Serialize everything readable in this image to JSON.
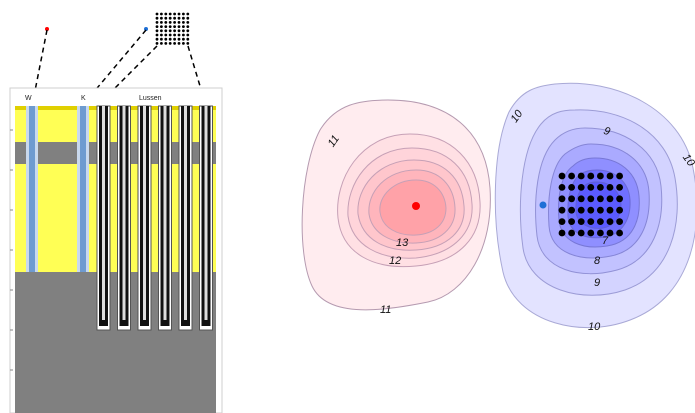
{
  "schematic": {
    "labels": {
      "w": "W",
      "k": "K",
      "loops": "Lussen"
    },
    "colors": {
      "soil_yellow": "#ffff55",
      "soil_grey": "#808080",
      "well_blue": "#7aa6d6",
      "loop_black": "#111111",
      "frame": "#cfcfcf"
    },
    "loop_count": 6,
    "grid_icon": {
      "rows": 8,
      "cols": 8
    }
  },
  "contour_map": {
    "red_labels": [
      "11",
      "13",
      "12",
      "11"
    ],
    "blue_labels": [
      "10",
      "9",
      "10",
      "8",
      "9",
      "10",
      "7"
    ],
    "colors": {
      "red_fill": "#ff9a9a",
      "red_line": "#c48a9a",
      "blue_fill": "#5b5bff",
      "blue_line": "#8b8bd8",
      "red_dot": "#ff0000",
      "blue_dot": "#1e6fd6"
    },
    "well_grid": {
      "rows": 6,
      "cols": 7
    }
  }
}
